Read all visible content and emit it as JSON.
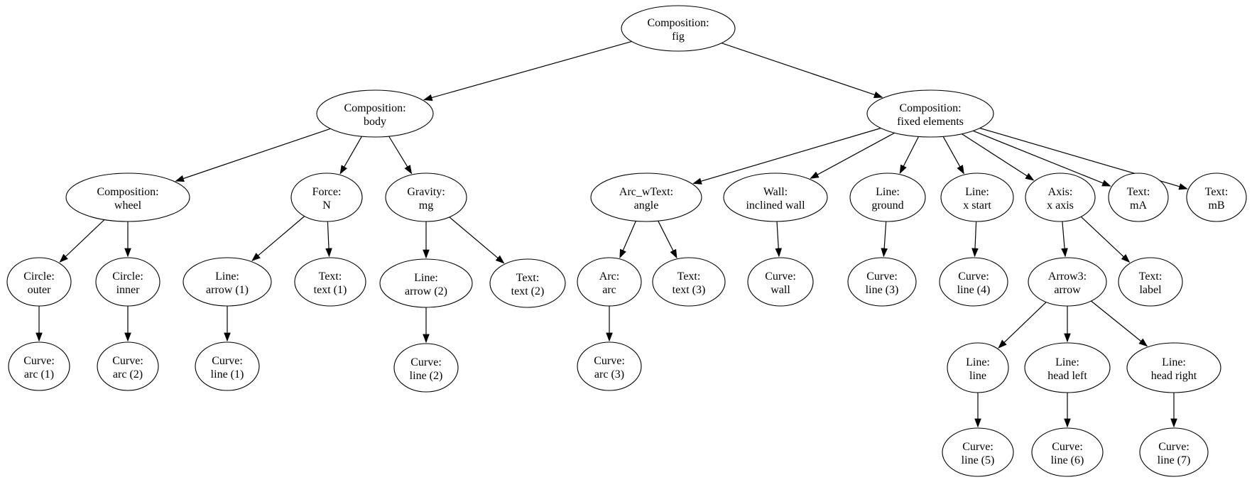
{
  "diagram": {
    "kind": "tree",
    "background_color": "#ffffff",
    "node_fill_color": "#ffffff",
    "node_stroke_color": "#000000",
    "text_color": "#000000"
  },
  "tree": {
    "nodes": [
      {
        "id": "fig",
        "line1": "Composition:",
        "line2": "fig"
      },
      {
        "id": "body",
        "line1": "Composition:",
        "line2": "body"
      },
      {
        "id": "fixed",
        "line1": "Composition:",
        "line2": "fixed elements"
      },
      {
        "id": "wheel",
        "line1": "Composition:",
        "line2": "wheel"
      },
      {
        "id": "force",
        "line1": "Force:",
        "line2": "N"
      },
      {
        "id": "gravity",
        "line1": "Gravity:",
        "line2": "mg"
      },
      {
        "id": "arc_wtext",
        "line1": "Arc_wText:",
        "line2": "angle"
      },
      {
        "id": "wall",
        "line1": "Wall:",
        "line2": "inclined wall"
      },
      {
        "id": "ground",
        "line1": "Line:",
        "line2": "ground"
      },
      {
        "id": "xstart",
        "line1": "Line:",
        "line2": "x start"
      },
      {
        "id": "axis",
        "line1": "Axis:",
        "line2": "x axis"
      },
      {
        "id": "mA",
        "line1": "Text:",
        "line2": "mA"
      },
      {
        "id": "mB",
        "line1": "Text:",
        "line2": "mB"
      },
      {
        "id": "outer",
        "line1": "Circle:",
        "line2": "outer"
      },
      {
        "id": "inner",
        "line1": "Circle:",
        "line2": "inner"
      },
      {
        "id": "arrow1",
        "line1": "Line:",
        "line2": "arrow (1)"
      },
      {
        "id": "text1",
        "line1": "Text:",
        "line2": "text (1)"
      },
      {
        "id": "arrow2",
        "line1": "Line:",
        "line2": "arrow (2)"
      },
      {
        "id": "text2",
        "line1": "Text:",
        "line2": "text (2)"
      },
      {
        "id": "arc",
        "line1": "Arc:",
        "line2": "arc"
      },
      {
        "id": "text3",
        "line1": "Text:",
        "line2": "text (3)"
      },
      {
        "id": "curve_wall",
        "line1": "Curve:",
        "line2": "wall"
      },
      {
        "id": "curve_line3",
        "line1": "Curve:",
        "line2": "line (3)"
      },
      {
        "id": "curve_line4",
        "line1": "Curve:",
        "line2": "line (4)"
      },
      {
        "id": "arrow3",
        "line1": "Arrow3:",
        "line2": "arrow"
      },
      {
        "id": "label",
        "line1": "Text:",
        "line2": "label"
      },
      {
        "id": "arc1",
        "line1": "Curve:",
        "line2": "arc (1)"
      },
      {
        "id": "arc2",
        "line1": "Curve:",
        "line2": "arc (2)"
      },
      {
        "id": "line1",
        "line1": "Curve:",
        "line2": "line (1)"
      },
      {
        "id": "line2",
        "line1": "Curve:",
        "line2": "line (2)"
      },
      {
        "id": "arc3",
        "line1": "Curve:",
        "line2": "arc (3)"
      },
      {
        "id": "line_node",
        "line1": "Line:",
        "line2": "line"
      },
      {
        "id": "head_left",
        "line1": "Line:",
        "line2": "head left"
      },
      {
        "id": "head_right",
        "line1": "Line:",
        "line2": "head right"
      },
      {
        "id": "line5",
        "line1": "Curve:",
        "line2": "line (5)"
      },
      {
        "id": "line6",
        "line1": "Curve:",
        "line2": "line (6)"
      },
      {
        "id": "line7",
        "line1": "Curve:",
        "line2": "line (7)"
      }
    ],
    "edges": [
      [
        "fig",
        "body"
      ],
      [
        "fig",
        "fixed"
      ],
      [
        "body",
        "wheel"
      ],
      [
        "body",
        "force"
      ],
      [
        "body",
        "gravity"
      ],
      [
        "fixed",
        "arc_wtext"
      ],
      [
        "fixed",
        "wall"
      ],
      [
        "fixed",
        "ground"
      ],
      [
        "fixed",
        "xstart"
      ],
      [
        "fixed",
        "axis"
      ],
      [
        "fixed",
        "mA"
      ],
      [
        "fixed",
        "mB"
      ],
      [
        "wheel",
        "outer"
      ],
      [
        "wheel",
        "inner"
      ],
      [
        "force",
        "arrow1"
      ],
      [
        "force",
        "text1"
      ],
      [
        "gravity",
        "arrow2"
      ],
      [
        "gravity",
        "text2"
      ],
      [
        "arc_wtext",
        "arc"
      ],
      [
        "arc_wtext",
        "text3"
      ],
      [
        "wall",
        "curve_wall"
      ],
      [
        "ground",
        "curve_line3"
      ],
      [
        "xstart",
        "curve_line4"
      ],
      [
        "axis",
        "arrow3"
      ],
      [
        "axis",
        "label"
      ],
      [
        "outer",
        "arc1"
      ],
      [
        "inner",
        "arc2"
      ],
      [
        "arrow1",
        "line1"
      ],
      [
        "arrow2",
        "line2"
      ],
      [
        "arc",
        "arc3"
      ],
      [
        "arrow3",
        "line_node"
      ],
      [
        "arrow3",
        "head_left"
      ],
      [
        "arrow3",
        "head_right"
      ],
      [
        "line_node",
        "line5"
      ],
      [
        "head_left",
        "line6"
      ],
      [
        "head_right",
        "line7"
      ]
    ]
  }
}
